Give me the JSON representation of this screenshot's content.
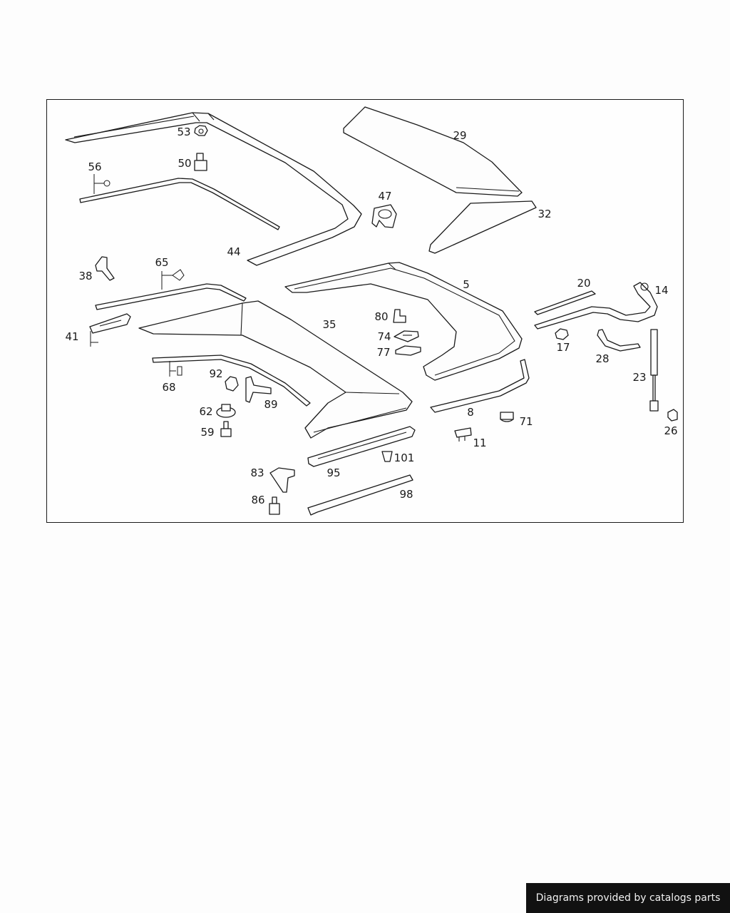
{
  "callouts": {
    "p5": "5",
    "p8": "8",
    "p11": "11",
    "p14": "14",
    "p17": "17",
    "p20": "20",
    "p23": "23",
    "p26": "26",
    "p28": "28",
    "p29": "29",
    "p32": "32",
    "p35": "35",
    "p38": "38",
    "p41": "41",
    "p44": "44",
    "p47": "47",
    "p50": "50",
    "p53": "53",
    "p56": "56",
    "p59": "59",
    "p62": "62",
    "p65": "65",
    "p68": "68",
    "p71": "71",
    "p74": "74",
    "p77": "77",
    "p80": "80",
    "p83": "83",
    "p86": "86",
    "p89": "89",
    "p92": "92",
    "p95": "95",
    "p98": "98",
    "p101": "101"
  },
  "footer": {
    "credit": "Diagrams provided by catalogs parts"
  }
}
